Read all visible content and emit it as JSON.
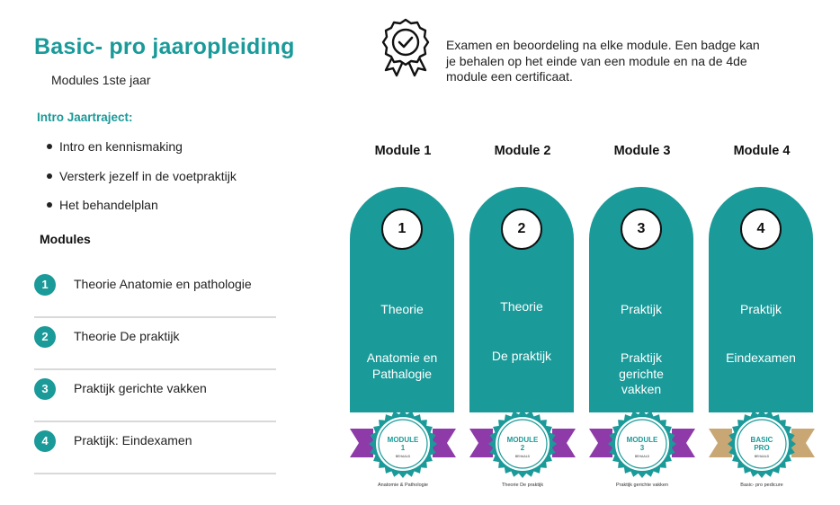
{
  "header": {
    "title": "Basic- pro jaaropleiding",
    "subtitle": "Modules 1ste jaar"
  },
  "intro": {
    "heading": "Intro Jaartraject:",
    "bullets": [
      "Intro en kennismaking",
      "Versterk jezelf in de voetpraktijk",
      "Het behandelplan"
    ]
  },
  "modules_section": {
    "heading": "Modules",
    "items": [
      {
        "num": "1",
        "label": "Theorie Anatomie en pathologie"
      },
      {
        "num": "2",
        "label": "Theorie De praktijk"
      },
      {
        "num": "3",
        "label": "Praktijk gerichte vakken"
      },
      {
        "num": "4",
        "label": "Praktijk: Eindexamen"
      }
    ]
  },
  "exam_info": {
    "icon": "award-ribbon-icon",
    "text": "Examen en beoordeling na elke module. Een badge kan je behalen op het einde van een module en na de 4de module een certificaat."
  },
  "columns": [
    {
      "title": "Module 1",
      "num": "1",
      "type": "Theorie",
      "subject": "Anatomie en Pathalogie",
      "badge": {
        "line1": "MODULE",
        "line2": "1",
        "line3": "BEHAALD",
        "caption": "Anatomie & Pathologie",
        "ribbon_color": "#8e3aa8"
      }
    },
    {
      "title": "Module 2",
      "num": "2",
      "type": "Theorie",
      "subject": "De praktijk",
      "badge": {
        "line1": "MODULE",
        "line2": "2",
        "line3": "BEHAALD",
        "caption": "Theorie De praktijk",
        "ribbon_color": "#8e3aa8"
      }
    },
    {
      "title": "Module 3",
      "num": "3",
      "type": "Praktijk",
      "subject": "Praktijk gerichte vakken",
      "badge": {
        "line1": "MODULE",
        "line2": "3",
        "line3": "BEHAALD",
        "caption": "Praktijk gerichte vakken",
        "ribbon_color": "#8e3aa8"
      }
    },
    {
      "title": "Module 4",
      "num": "4",
      "type": "Praktijk",
      "subject": "Eindexamen",
      "badge": {
        "line1": "BASIC",
        "line2": "PRO",
        "line3": "BEHAALD",
        "caption": "Basic- pro pedicure",
        "ribbon_color": "#c8a774"
      }
    }
  ],
  "colors": {
    "accent": "#1a9a99",
    "badge_ribbon_purple": "#8e3aa8",
    "badge_ribbon_gold": "#c8a774"
  }
}
